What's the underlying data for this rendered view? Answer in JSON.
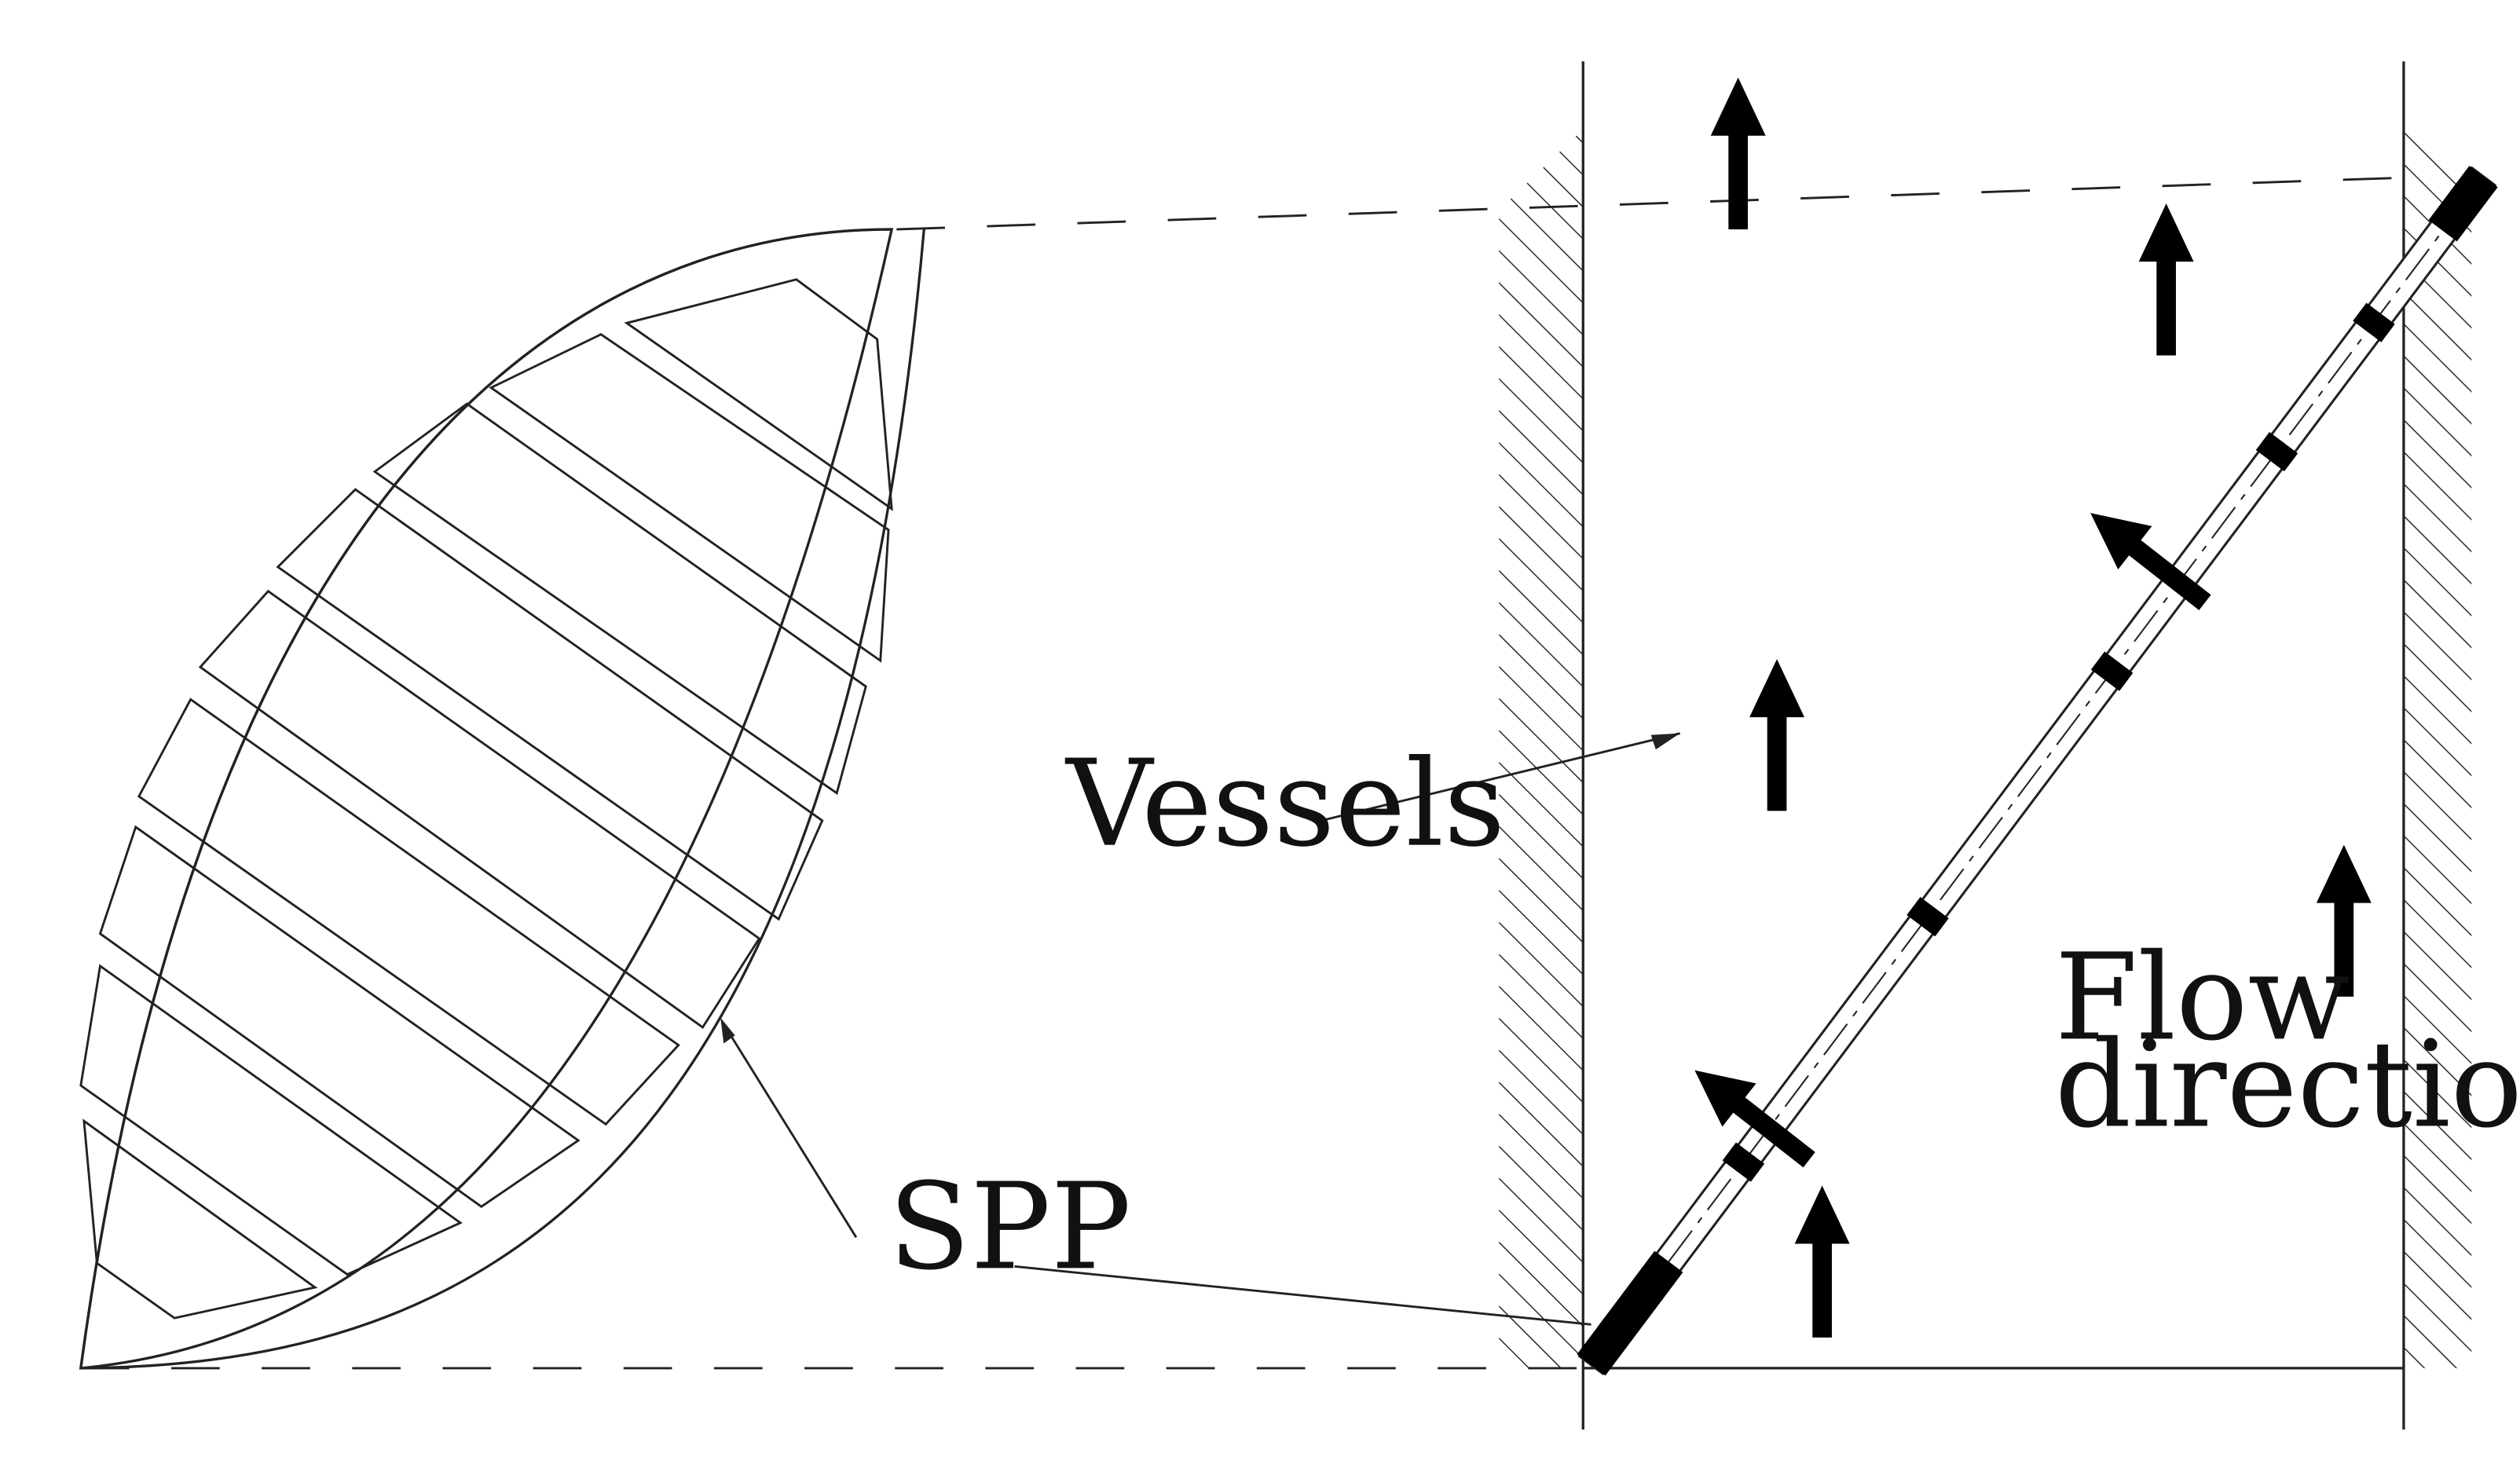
{
  "labels": {
    "vessels": "Vessels",
    "spp": "SPP",
    "flow_line1": "Flow",
    "flow_line2": "direction"
  },
  "colors": {
    "stroke": "#222222",
    "fill": "#000000",
    "background": "#ffffff"
  }
}
